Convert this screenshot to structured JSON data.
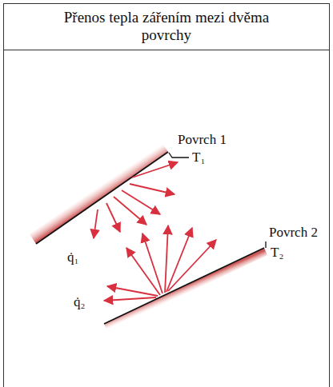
{
  "diagram": {
    "title": "Přenos tepla zářením mezi dvěma povrchy",
    "labels": [
      "Povrch 1",
      "T₁",
      "Povrch 2",
      "T₂",
      "q̇₁",
      "q̇₂"
    ]
  }
}
